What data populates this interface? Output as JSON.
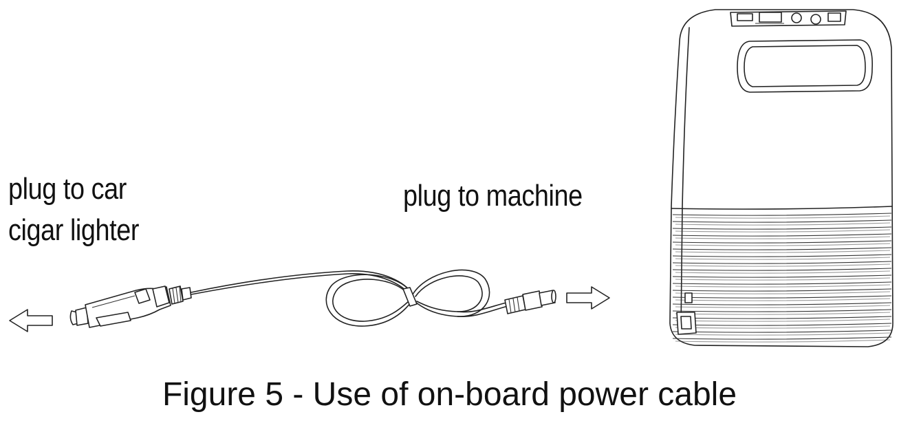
{
  "labels": {
    "car_line1": "plug to car",
    "car_line2": "cigar lighter",
    "machine": "plug to machine"
  },
  "caption": "Figure 5 - Use of on-board power cable",
  "arrows": {
    "left": "arrow-left",
    "right": "arrow-right"
  }
}
